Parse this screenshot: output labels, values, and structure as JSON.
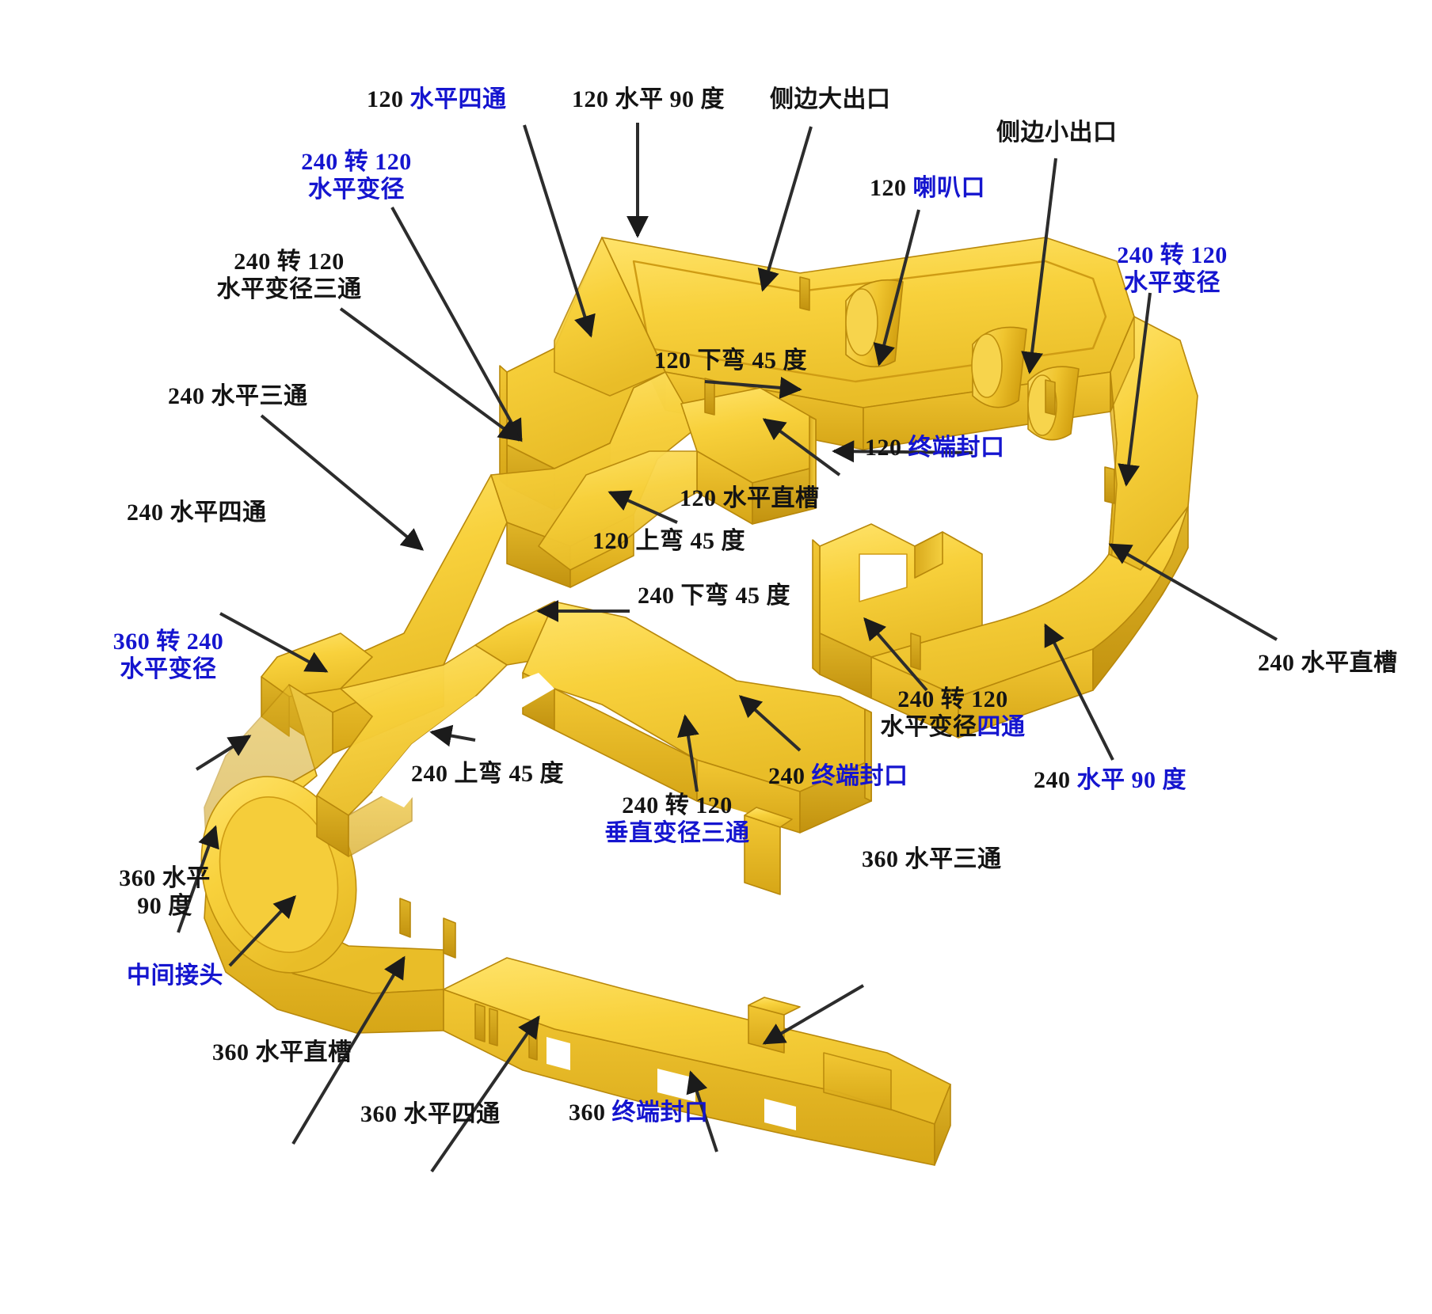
{
  "diagram": {
    "title": "槽式电缆桥架系统部件标注图",
    "subject": "cable-tray-system-3d-exploded-view",
    "model_color": "#f5cf35",
    "label_text_color": "#141414",
    "label_accent_color": "#1515cf",
    "background_color": "#ffffff"
  },
  "labels": [
    {
      "id": "l01",
      "name": "120-horizontal-cross",
      "black": "120 ",
      "blue": "水平四通",
      "line2_black": "",
      "line2_blue": ""
    },
    {
      "id": "l02",
      "name": "120-horizontal-90-degree",
      "black": "120 水平 90 度",
      "blue": "",
      "line2_black": "",
      "line2_blue": ""
    },
    {
      "id": "l03",
      "name": "side-large-outlet",
      "black": "侧边大出口",
      "blue": "",
      "line2_black": "",
      "line2_blue": ""
    },
    {
      "id": "l04",
      "name": "side-small-outlet",
      "black": "侧边小出口",
      "blue": "",
      "line2_black": "",
      "line2_blue": ""
    },
    {
      "id": "l05",
      "name": "120-bell-mouth",
      "black": "120 ",
      "blue": "喇叭口",
      "line2_black": "",
      "line2_blue": ""
    },
    {
      "id": "l06",
      "name": "240-to-120-horizontal-reducer-upper-left",
      "black": "",
      "blue": "240 转 120",
      "line2_black": "",
      "line2_blue": "水平变径"
    },
    {
      "id": "l07",
      "name": "240-to-120-horizontal-reducer-right",
      "black": "",
      "blue": "240 转 120",
      "line2_black": "",
      "line2_blue": "水平变径"
    },
    {
      "id": "l08",
      "name": "240-to-120-horizontal-reducing-tee",
      "black": "240 转 120",
      "blue": "",
      "line2_black": "水平变径三通",
      "line2_blue": ""
    },
    {
      "id": "l09",
      "name": "240-horizontal-tee",
      "black": "240 水平三通",
      "blue": "",
      "line2_black": "",
      "line2_blue": ""
    },
    {
      "id": "l10",
      "name": "240-horizontal-cross",
      "black": "240 水平四通",
      "blue": "",
      "line2_black": "",
      "line2_blue": ""
    },
    {
      "id": "l11",
      "name": "120-down-bend-45-degree",
      "black": "120 下弯 45 度",
      "blue": "",
      "line2_black": "",
      "line2_blue": ""
    },
    {
      "id": "l12",
      "name": "120-horizontal-straight-trough",
      "black": "120 水平直槽",
      "blue": "",
      "line2_black": "",
      "line2_blue": ""
    },
    {
      "id": "l13",
      "name": "120-up-bend-45-degree",
      "black": "120 上弯 45 度",
      "blue": "",
      "line2_black": "",
      "line2_blue": ""
    },
    {
      "id": "l14",
      "name": "120-end-cap",
      "black": "120 ",
      "blue": "终端封口",
      "line2_black": "",
      "line2_blue": ""
    },
    {
      "id": "l15",
      "name": "240-down-bend-45-degree",
      "black": "240 下弯 45 度",
      "blue": "",
      "line2_black": "",
      "line2_blue": ""
    },
    {
      "id": "l16",
      "name": "360-to-240-horizontal-reducer",
      "black": "",
      "blue": "360 转 240",
      "line2_black": "",
      "line2_blue": "水平变径"
    },
    {
      "id": "l17",
      "name": "240-up-bend-45-degree",
      "black": "240 上弯 45 度",
      "blue": "",
      "line2_black": "",
      "line2_blue": ""
    },
    {
      "id": "l18",
      "name": "240-to-120-vertical-reducing-tee",
      "black": "240 转 120",
      "blue": "",
      "line2_black": "",
      "line2_blue": "垂直变径三通"
    },
    {
      "id": "l19",
      "name": "240-end-cap",
      "black": "240 ",
      "blue": "终端封口",
      "line2_black": "",
      "line2_blue": ""
    },
    {
      "id": "l20",
      "name": "240-to-120-horizontal-reducing-cross",
      "black": "240 转 120",
      "blue": "",
      "line2_black": "水平变径",
      "line2_blue": "四通"
    },
    {
      "id": "l21",
      "name": "240-horizontal-straight-trough",
      "black": "240 水平直槽",
      "blue": "",
      "line2_black": "",
      "line2_blue": ""
    },
    {
      "id": "l22",
      "name": "240-horizontal-90-degree",
      "black": "240 ",
      "blue": "水平 90 度",
      "line2_black": "",
      "line2_blue": ""
    },
    {
      "id": "l23",
      "name": "360-horizontal-90-degree",
      "black": "360 水平",
      "blue": "",
      "line2_black": "90 度",
      "line2_blue": ""
    },
    {
      "id": "l24",
      "name": "middle-joint",
      "black": "",
      "blue": "中间接头",
      "line2_black": "",
      "line2_blue": ""
    },
    {
      "id": "l25",
      "name": "360-horizontal-straight-trough",
      "black": "360 水平直槽",
      "blue": "",
      "line2_black": "",
      "line2_blue": ""
    },
    {
      "id": "l26",
      "name": "360-horizontal-cross",
      "black": "360 水平四通",
      "blue": "",
      "line2_black": "",
      "line2_blue": ""
    },
    {
      "id": "l27",
      "name": "360-end-cap",
      "black": "360 ",
      "blue": "终端封口",
      "line2_black": "",
      "line2_blue": ""
    },
    {
      "id": "l28",
      "name": "360-horizontal-tee",
      "black": "360 水平三通",
      "blue": "",
      "line2_black": "",
      "line2_blue": ""
    }
  ]
}
